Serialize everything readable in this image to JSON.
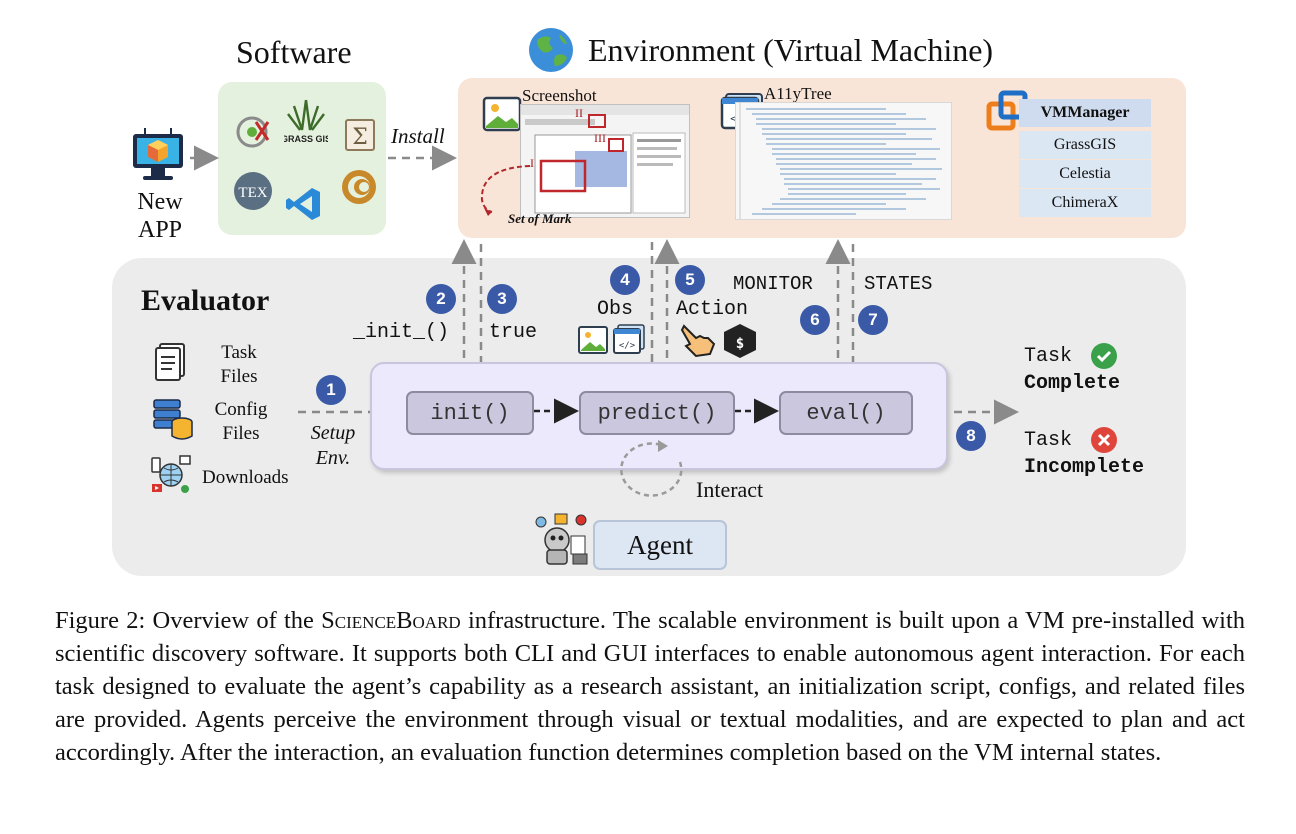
{
  "titles": {
    "software": "Software",
    "environment": "Environment (Virtual Machine)",
    "evaluator": "Evaluator"
  },
  "software": {
    "new_app_line1": "New",
    "new_app_line2": "APP",
    "install_label": "Install",
    "icons": [
      "qgis-icon",
      "grassgis-icon",
      "sigma-icon",
      "tex-icon",
      "vscode-icon",
      "celestia-icon"
    ]
  },
  "environment": {
    "screenshot_label": "Screenshot",
    "set_of_mark_label": "Set of Mark",
    "a11ytree_label": "A11yTree",
    "marks": [
      "I",
      "II",
      "III"
    ],
    "vmmanager": {
      "title": "VMManager",
      "apps": [
        "GrassGIS",
        "Celestia",
        "ChimeraX"
      ]
    }
  },
  "evaluator": {
    "inputs": [
      {
        "line1": "Task",
        "line2": "Files",
        "icon": "document-icon"
      },
      {
        "line1": "Config",
        "line2": "Files",
        "icon": "database-icon"
      },
      {
        "line1": "Downloads",
        "line2": "",
        "icon": "downloads-icon"
      }
    ],
    "setup_line1": "Setup",
    "setup_line2": "Env.",
    "functions": [
      "init()",
      "predict()",
      "eval()"
    ],
    "init_label": "_init_()",
    "true_label": "true",
    "obs_label": "Obs",
    "action_label": "Action",
    "monitor_label": "MONITOR",
    "states_label": "STATES",
    "interact_label": "Interact",
    "agent_label": "Agent",
    "steps": [
      "1",
      "2",
      "3",
      "4",
      "5",
      "6",
      "7",
      "8"
    ],
    "outcomes": [
      {
        "word": "Task",
        "status": "Complete",
        "color": "#3aa04a"
      },
      {
        "word": "Task",
        "status": "Incomplete",
        "color": "#e0453b"
      }
    ]
  },
  "caption": {
    "prefix": "Figure 2: Overview of the ",
    "name": "ScienceBoard",
    "rest": " infrastructure. The scalable environment is built upon a VM pre-installed with scientific discovery software. It supports both CLI and GUI interfaces to enable autonomous agent interaction. For each task designed to evaluate the agent’s capability as a research assistant, an initialization script, configs, and related files are provided. Agents perceive the environment through visual or textual modalities, and are expected to plan and act accordingly. After the interaction, an evaluation function determines completion based on the VM internal states."
  },
  "colors": {
    "software_bg": "#e5f1df",
    "environment_bg": "#f9e5d8",
    "evaluator_bg": "#ececec",
    "pipeline_bg": "#ebe9fb",
    "badge": "#3a5aa7",
    "agent_bg": "#dde6f3"
  }
}
